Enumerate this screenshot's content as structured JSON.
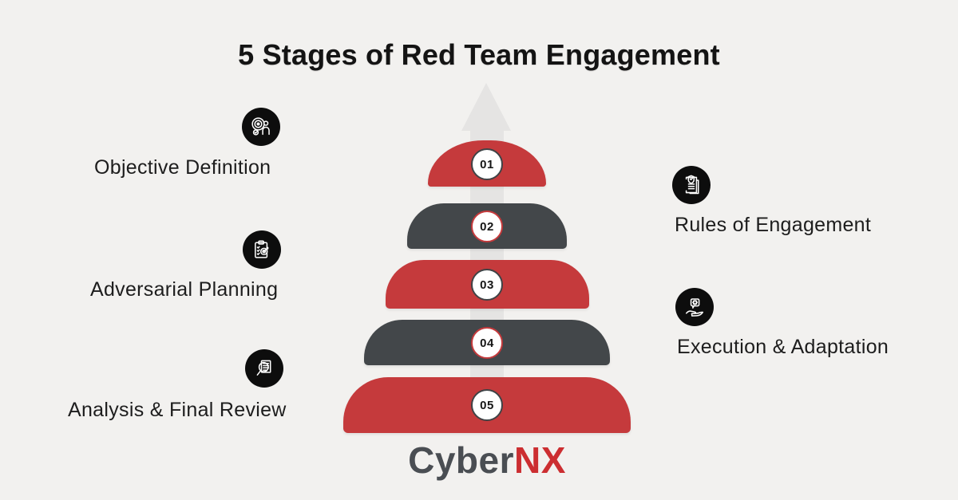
{
  "title": "5 Stages of Red Team Engagement",
  "colors": {
    "bg": "#f2f1ef",
    "red": "#c53a3c",
    "dark": "#43474a",
    "arrow": "#e5e4e3",
    "ink": "#141414",
    "label": "#1d1d1d",
    "logo-gray": "#4a4e53",
    "logo-red": "#cc2e31",
    "icon-bg": "#0d0d0d"
  },
  "stages": [
    {
      "num": "01",
      "label": "Objective Definition",
      "side": "left",
      "segment_color": "red",
      "icon": "target-person-icon"
    },
    {
      "num": "02",
      "label": "Rules of Engagement",
      "side": "right",
      "segment_color": "dark",
      "icon": "document-shield-icon"
    },
    {
      "num": "03",
      "label": "Adversarial Planning",
      "side": "left",
      "segment_color": "red",
      "icon": "clipboard-target-icon"
    },
    {
      "num": "04",
      "label": "Execution & Adaptation",
      "side": "right",
      "segment_color": "dark",
      "icon": "hand-gear-icon"
    },
    {
      "num": "05",
      "label": "Analysis & Final Review",
      "side": "left",
      "segment_color": "red",
      "icon": "magnifier-document-icon"
    }
  ],
  "logo": {
    "part1": "Cyber",
    "part2": "NX"
  }
}
